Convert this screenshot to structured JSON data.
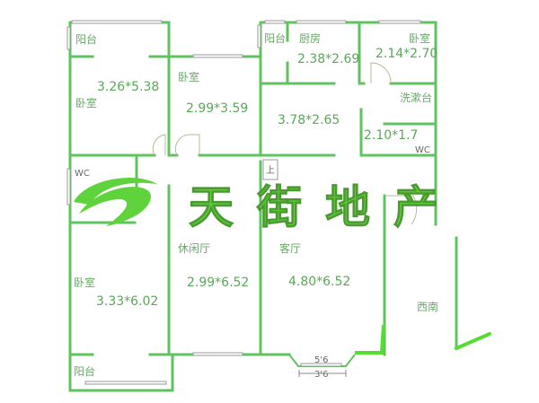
{
  "title": "Floor plan",
  "rooms": [
    {
      "name": "阳台",
      "size": ""
    },
    {
      "name": "卧室",
      "size": "3.26*5.38"
    },
    {
      "name": "卧室",
      "size": "2.99*3.59"
    },
    {
      "name": "阳台",
      "size": ""
    },
    {
      "name": "厨房",
      "size": "2.38*2.69"
    },
    {
      "name": "卧室",
      "size": "2.14*2.70"
    },
    {
      "name": "",
      "size": "3.78*2.65"
    },
    {
      "name": "洗漱台",
      "size": ""
    },
    {
      "name": "WC",
      "size": "2.10*1.7"
    },
    {
      "name": "WC",
      "size": ""
    },
    {
      "name": "卧室",
      "size": "3.33*6.02"
    },
    {
      "name": "休闲厅",
      "size": "2.99*6.52"
    },
    {
      "name": "客厅",
      "size": "4.80*6.52"
    },
    {
      "name": "阳台",
      "size": ""
    }
  ],
  "orientation": "西南",
  "bay_window": {
    "outer": "5'6",
    "inner": "3'6"
  },
  "stair_mark": "上",
  "watermark": {
    "text": "天街地产",
    "colors": {
      "primary": "#5fd33c",
      "wall": "#5fc45f"
    }
  }
}
